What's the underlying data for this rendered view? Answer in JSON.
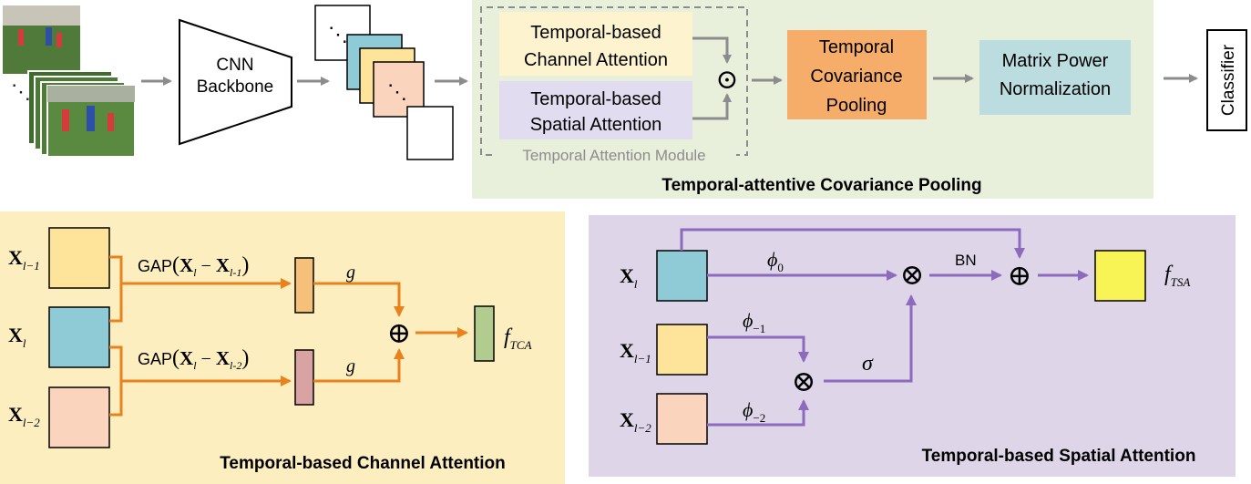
{
  "top": {
    "backbone_line1": "CNN",
    "backbone_line2": "Backbone",
    "tca_line1": "Temporal-based",
    "tca_line2": "Channel Attention",
    "tsa_line1": "Temporal-based",
    "tsa_line2": "Spatial Attention",
    "module_label": "Temporal Attention Module",
    "hadamard_symbol": "⊙",
    "tcp_line1": "Temporal",
    "tcp_line2": "Covariance",
    "tcp_line3": "Pooling",
    "mpn_line1": "Matrix Power",
    "mpn_line2": "Normalization",
    "classifier": "Classifier",
    "section_title": "Temporal-attentive Covariance Pooling",
    "dots": "⋱"
  },
  "channel": {
    "title": "Temporal-based Channel Attention",
    "x_bold": "X",
    "sub_l1": "l−1",
    "sub_l": "l",
    "sub_l2": "l−2",
    "gap": "GAP",
    "gap1_sub_a": "l",
    "gap1_minus": "−",
    "gap1_sub_b": "l-1",
    "gap2_sub_a": "l",
    "gap2_minus": "−",
    "gap2_sub_b": "l-2",
    "g_label": "g",
    "plus_symbol": "⊕",
    "f_main": "f",
    "f_sub": "TCA"
  },
  "spatial": {
    "title": "Temporal-based Spatial Attention",
    "x_bold": "X",
    "sub_l": "l",
    "sub_l1": "l−1",
    "sub_l2": "l−2",
    "phi": "ϕ",
    "phi0_sub": "0",
    "phi1_sub": "−1",
    "phi2_sub": "−2",
    "sigma": "σ",
    "bn": "BN",
    "times_symbol": "⊗",
    "plus_symbol": "⊕",
    "f_main": "f",
    "f_sub": "TSA"
  },
  "colors": {
    "green_bg": "#e8f0dc",
    "yellow_bg": "#fdeebf",
    "purple_bg": "#ded5e9",
    "tca_box": "#fdf3cf",
    "tsa_box": "#e2dcf1",
    "tcp_box": "#f7ad6a",
    "mpn_box": "#bcdde0",
    "feat_yellow": "#fde49a",
    "feat_blue": "#8ecbd6",
    "feat_peach": "#fad4bd",
    "vec_orange": "#f5c079",
    "vec_pink": "#d9a2a3",
    "vec_green": "#b2cc8f",
    "f_yellow": "#f8f455",
    "orange_arrow": "#e8821e",
    "purple_arrow": "#8c6bbd",
    "gray_arrow": "#8c8c8c"
  }
}
